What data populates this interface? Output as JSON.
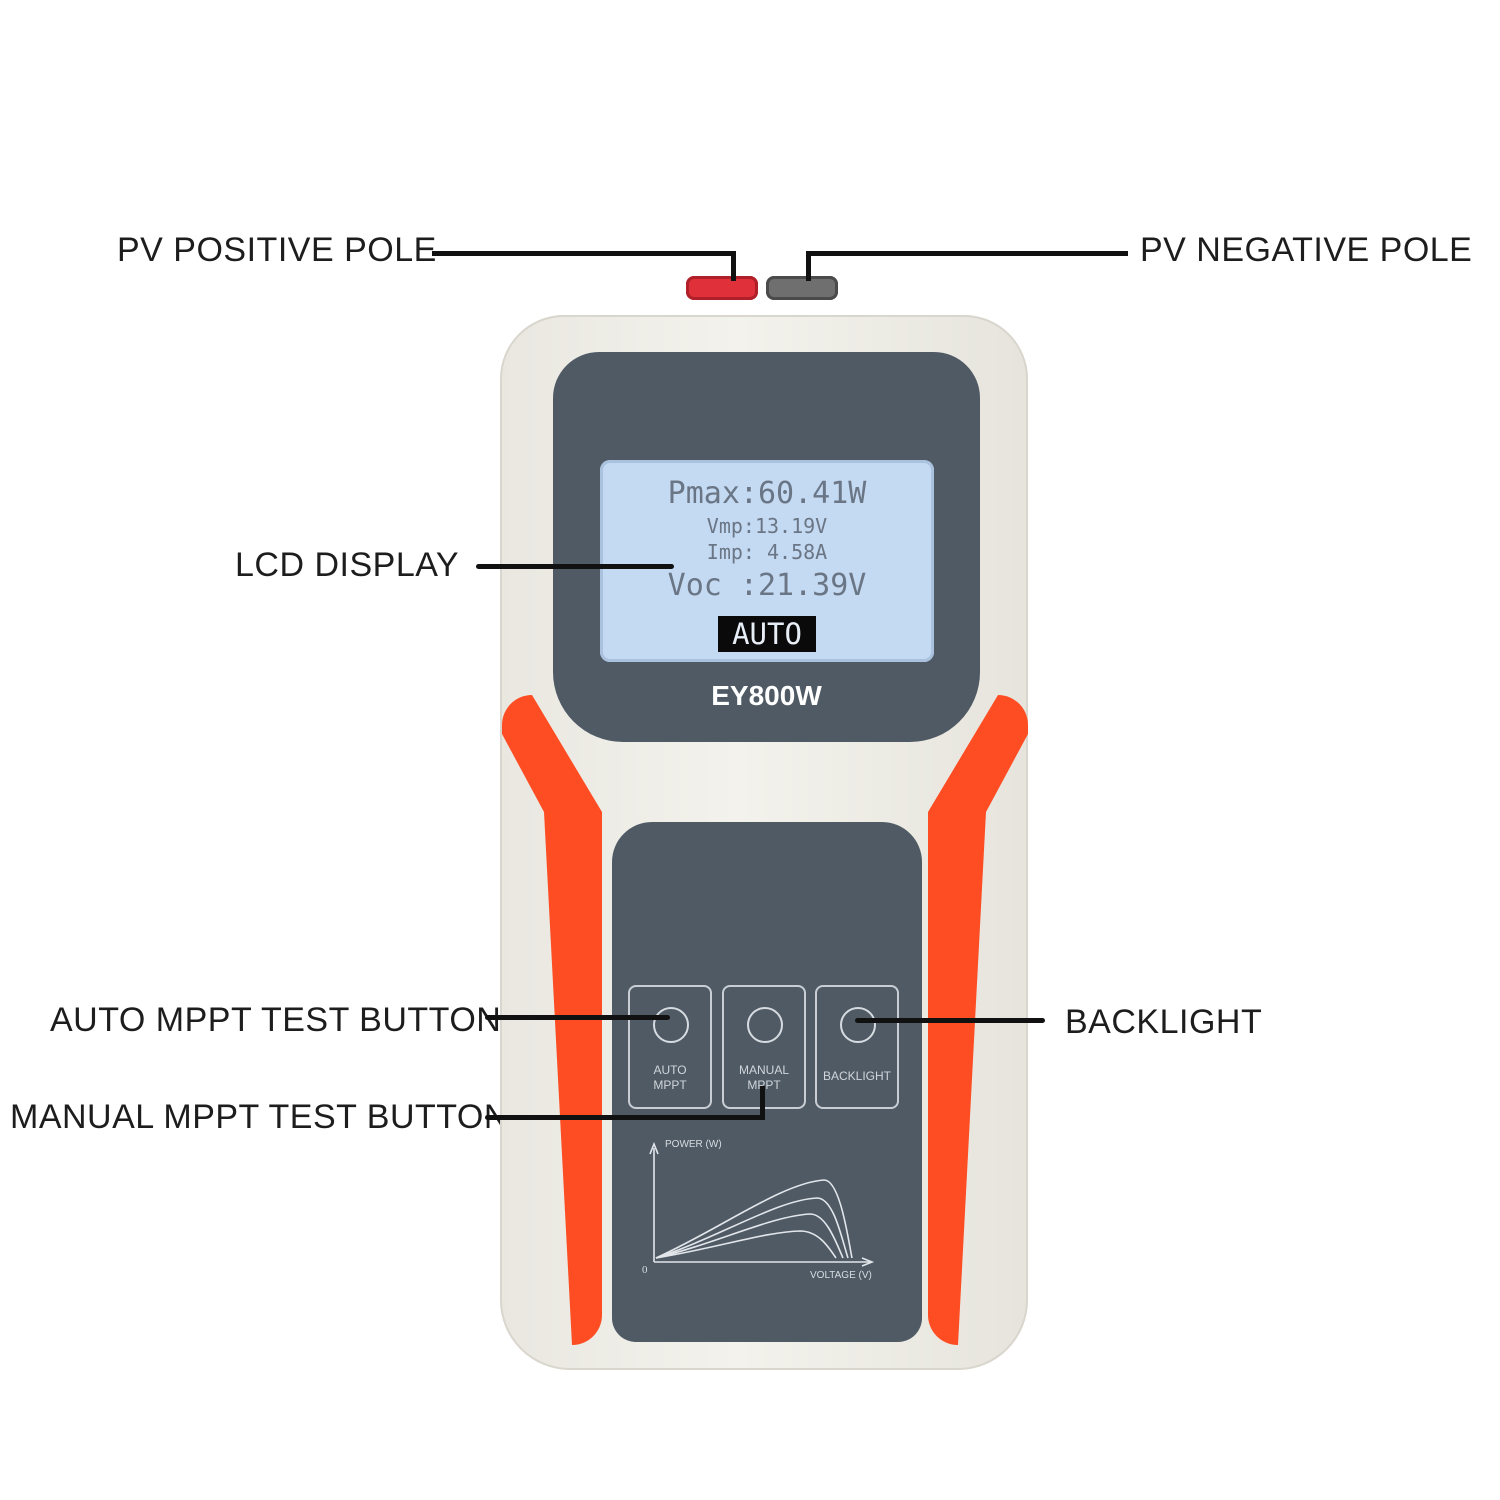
{
  "labels": {
    "positive_pole": "PV POSITIVE POLE",
    "negative_pole": "PV NEGATIVE POLE",
    "lcd_display": "LCD DISPLAY",
    "auto_button": "AUTO MPPT TEST BUTTON",
    "manual_button": "MANUAL MPPT TEST BUTTON",
    "backlight": "BACKLIGHT"
  },
  "lcd": {
    "line1": "Pmax:60.41W",
    "line2": "Vmp:13.19V",
    "line3": "Imp: 4.58A",
    "line4": "Voc :21.39V",
    "mode": "AUTO"
  },
  "device": {
    "model": "EY800W",
    "buttons": {
      "auto": "AUTO\nMPPT",
      "manual": "MANUAL\nMPPT",
      "backlight": "BACKLIGHT"
    },
    "graph": {
      "ylabel": "POWER (W)",
      "xlabel": "VOLTAGE (V)",
      "origin": "0"
    }
  },
  "colors": {
    "shell": "#efeee8",
    "accent": "#ff4d23",
    "panel": "#4f5a65",
    "lcd": "#c4d9f2"
  }
}
